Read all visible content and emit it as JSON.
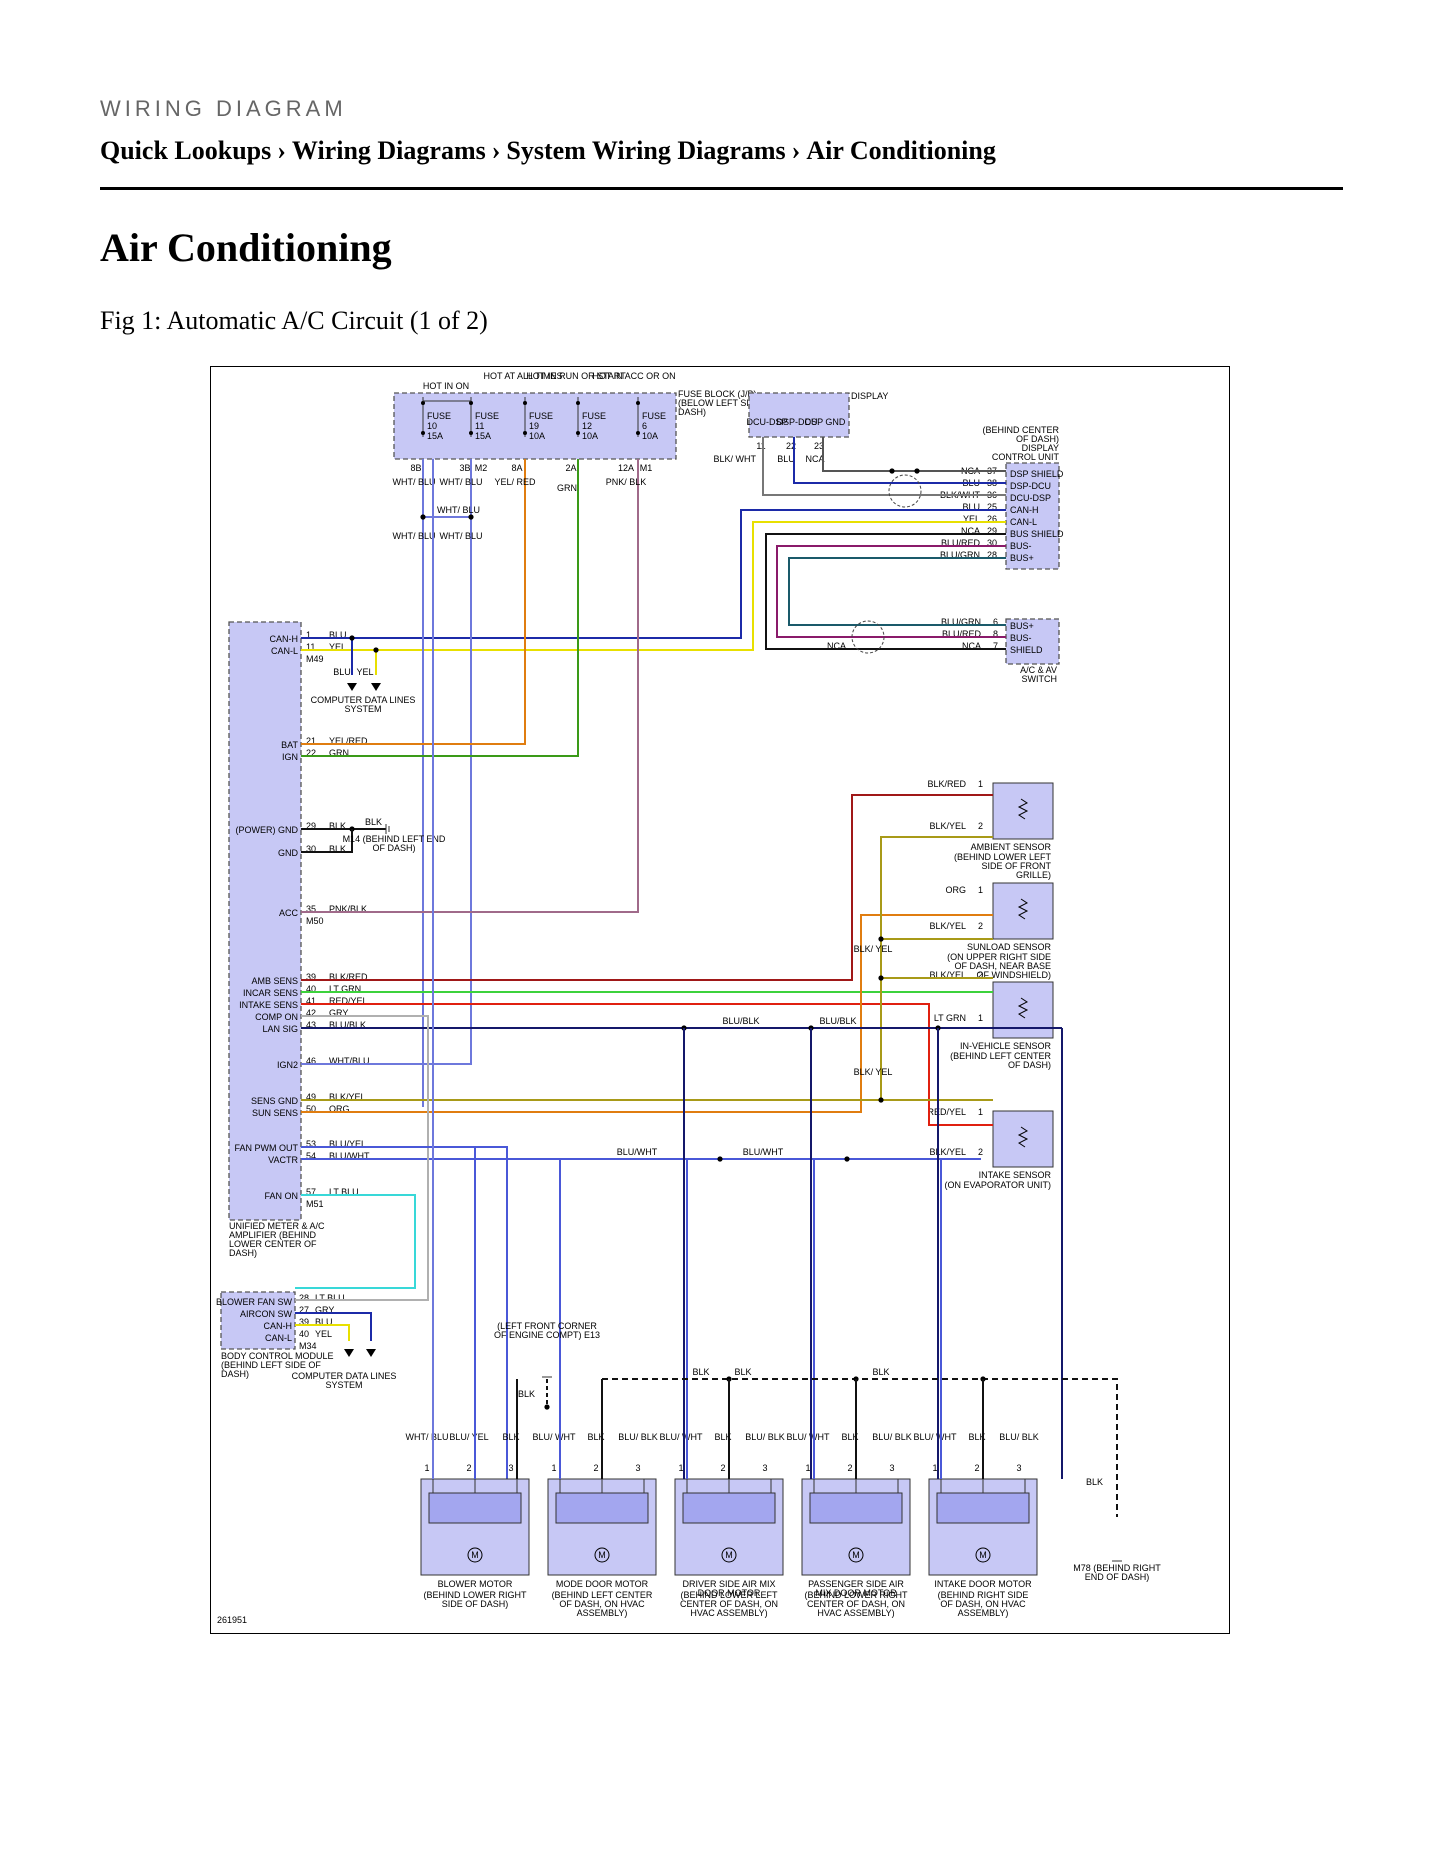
{
  "header": {
    "eyebrow": "WIRING DIAGRAM",
    "breadcrumb": [
      "Quick Lookups",
      "Wiring Diagrams",
      "System Wiring Diagrams",
      "Air Conditioning"
    ],
    "separator": "›"
  },
  "page_title": "Air Conditioning",
  "figure_caption": "Fig 1: Automatic A/C Circuit (1 of 2)",
  "diagram": {
    "figure_id": "261951",
    "colors": {
      "module_fill": "#c7c8f5",
      "BLU": "#1c2aa8",
      "YEL": "#e8e000",
      "ORG": "#e07d10",
      "GRN": "#3a9a18",
      "LTGRN": "#3cd23c",
      "RED": "#e02010",
      "BLK": "#111111",
      "PNK": "#a06a8a",
      "BLKRED": "#a01818",
      "BLKYEL": "#a89a18",
      "BLUBLK": "#14186a",
      "BLUWHT": "#4a58d8",
      "WHTBLU": "#6e78dc",
      "GRY": "#b0b0b0",
      "LTBLU": "#38d8d8",
      "BLURED": "#8a1a6a",
      "BLUGRN": "#1a5a6a"
    },
    "hot_labels": [
      "HOT IN ON",
      "HOT AT ALL TIMES",
      "HOT IN RUN OR START",
      "HOT IN ACC OR ON"
    ],
    "fuse_block": {
      "label": "FUSE BLOCK (J/B) (BELOW LEFT SIDE OF DASH)",
      "fuses": [
        {
          "name": "FUSE",
          "number": "10",
          "rating": "15A"
        },
        {
          "name": "FUSE",
          "number": "11",
          "rating": "15A"
        },
        {
          "name": "FUSE",
          "number": "19",
          "rating": "10A"
        },
        {
          "name": "FUSE",
          "number": "12",
          "rating": "10A"
        },
        {
          "name": "FUSE",
          "number": "6",
          "rating": "10A"
        }
      ],
      "pins": [
        "8B",
        "3B",
        "M2",
        "8A",
        "2A",
        "12A",
        "M1"
      ]
    },
    "fuse_wires": [
      "WHT/ BLU",
      "WHT/ BLU",
      "YEL/ RED",
      "GRN",
      "PNK/ BLK",
      "WHT/ BLU",
      "WHT/ BLU",
      "WHT/ BLU"
    ],
    "display": {
      "label": "DISPLAY",
      "pins": [
        {
          "name": "DCU-DSP",
          "pin": "11",
          "wire": "BLK/ WHT"
        },
        {
          "name": "DSP-DCU",
          "pin": "22",
          "wire": "BLU"
        },
        {
          "name": "DSP GND",
          "pin": "23",
          "wire": "NCA"
        }
      ]
    },
    "dcu": {
      "label": "(BEHIND CENTER OF DASH) DISPLAY CONTROL UNIT",
      "pins": [
        {
          "name": "DSP SHIELD",
          "pin": "37",
          "wire": "NCA"
        },
        {
          "name": "DSP-DCU",
          "pin": "38",
          "wire": "BLU"
        },
        {
          "name": "DCU-DSP",
          "pin": "36",
          "wire": "BLK/WHT"
        },
        {
          "name": "CAN-H",
          "pin": "25",
          "wire": "BLU"
        },
        {
          "name": "CAN-L",
          "pin": "26",
          "wire": "YEL"
        },
        {
          "name": "BUS SHIELD",
          "pin": "29",
          "wire": "NCA"
        },
        {
          "name": "BUS-",
          "pin": "30",
          "wire": "BLU/RED"
        },
        {
          "name": "BUS+",
          "pin": "28",
          "wire": "BLU/GRN"
        }
      ]
    },
    "av_switch": {
      "label": "A/C & AV SWITCH",
      "pins": [
        {
          "name": "BUS+",
          "pin": "6",
          "wire": "BLU/GRN"
        },
        {
          "name": "BUS-",
          "pin": "8",
          "wire": "BLU/RED"
        },
        {
          "name": "SHIELD",
          "pin": "7",
          "wire": "NCA"
        }
      ],
      "extra_wire": "NCA"
    },
    "amplifier": {
      "label": "UNIFIED METER & A/C AMPLIFIER (BEHIND LOWER CENTER OF DASH)",
      "connectors": [
        "M49",
        "M50",
        "M51"
      ],
      "pins": [
        {
          "name": "CAN-H",
          "pin": "1",
          "wire": "BLU"
        },
        {
          "name": "CAN-L",
          "pin": "11",
          "wire": "YEL"
        },
        {
          "name": "BAT",
          "pin": "21",
          "wire": "YEL/RED"
        },
        {
          "name": "IGN",
          "pin": "22",
          "wire": "GRN"
        },
        {
          "name": "(POWER) GND",
          "pin": "29",
          "wire": "BLK"
        },
        {
          "name": "GND",
          "pin": "30",
          "wire": "BLK"
        },
        {
          "name": "ACC",
          "pin": "35",
          "wire": "PNK/BLK"
        },
        {
          "name": "AMB SENS",
          "pin": "39",
          "wire": "BLK/RED"
        },
        {
          "name": "INCAR SENS",
          "pin": "40",
          "wire": "LT GRN"
        },
        {
          "name": "INTAKE SENS",
          "pin": "41",
          "wire": "RED/YEL"
        },
        {
          "name": "COMP ON",
          "pin": "42",
          "wire": "GRY"
        },
        {
          "name": "LAN SIG",
          "pin": "43",
          "wire": "BLU/BLK"
        },
        {
          "name": "IGN2",
          "pin": "46",
          "wire": "WHT/BLU"
        },
        {
          "name": "SENS GND",
          "pin": "49",
          "wire": "BLK/YEL"
        },
        {
          "name": "SUN SENS",
          "pin": "50",
          "wire": "ORG"
        },
        {
          "name": "FAN PWM OUT",
          "pin": "53",
          "wire": "BLU/YEL"
        },
        {
          "name": "VACTR",
          "pin": "54",
          "wire": "BLU/WHT"
        },
        {
          "name": "FAN ON",
          "pin": "57",
          "wire": "LT BLU"
        }
      ]
    },
    "data_lines_label": "COMPUTER DATA LINES SYSTEM",
    "data_line_wires": [
      "BLU",
      "YEL",
      "BLU",
      "YEL"
    ],
    "ground_m14": {
      "wire": "BLK",
      "label": "M14 (BEHIND LEFT END OF DASH)"
    },
    "ground_e13": {
      "label": "(LEFT FRONT CORNER OF ENGINE COMPT) E13",
      "wire": "BLK"
    },
    "ground_m78": {
      "label": "M78 (BEHIND RIGHT END OF DASH)",
      "wire": "BLK"
    },
    "bus_labels": {
      "blu_blk": "BLU/BLK",
      "blu_wht": "BLU/WHT",
      "blk": "BLK",
      "blk_yel": "BLK/ YEL"
    },
    "sensors": [
      {
        "name": "AMBIENT SENSOR",
        "location": "(BEHIND LOWER LEFT SIDE OF FRONT GRILLE)",
        "pins": [
          {
            "pin": "1",
            "wire": "BLK/RED"
          },
          {
            "pin": "2",
            "wire": "BLK/YEL"
          }
        ]
      },
      {
        "name": "SUNLOAD SENSOR",
        "location": "(ON UPPER RIGHT SIDE OF DASH, NEAR BASE OF WINDSHIELD)",
        "pins": [
          {
            "pin": "1",
            "wire": "ORG"
          },
          {
            "pin": "2",
            "wire": "BLK/YEL"
          }
        ]
      },
      {
        "name": "IN-VEHICLE SENSOR",
        "location": "(BEHIND LEFT CENTER OF DASH)",
        "pins": [
          {
            "pin": "2",
            "wire": "BLK/YEL"
          },
          {
            "pin": "1",
            "wire": "LT GRN"
          }
        ]
      },
      {
        "name": "INTAKE SENSOR",
        "location": "(ON EVAPORATOR UNIT)",
        "pins": [
          {
            "pin": "1",
            "wire": "RED/YEL"
          },
          {
            "pin": "2",
            "wire": "BLK/YEL"
          }
        ]
      }
    ],
    "bcm": {
      "label": "BODY CONTROL MODULE (BEHIND LEFT SIDE OF DASH)",
      "connector": "M34",
      "pins": [
        {
          "name": "BLOWER FAN SW",
          "pin": "28",
          "wire": "LT BLU"
        },
        {
          "name": "AIRCON SW",
          "pin": "27",
          "wire": "GRY"
        },
        {
          "name": "CAN-H",
          "pin": "39",
          "wire": "BLU"
        },
        {
          "name": "CAN-L",
          "pin": "40",
          "wire": "YEL"
        }
      ]
    },
    "motors": [
      {
        "name": "BLOWER MOTOR",
        "location": "(BEHIND LOWER RIGHT SIDE OF DASH)",
        "wires": [
          "WHT/ BLU",
          "BLU/ YEL",
          "BLK"
        ]
      },
      {
        "name": "MODE DOOR MOTOR",
        "location": "(BEHIND LEFT CENTER OF DASH, ON HVAC ASSEMBLY)",
        "wires": [
          "BLU/ WHT",
          "BLK",
          "BLU/ BLK"
        ]
      },
      {
        "name": "DRIVER SIDE AIR MIX DOOR MOTOR",
        "location": "(BEHIND LOWER LEFT CENTER OF DASH, ON HVAC ASSEMBLY)",
        "wires": [
          "BLU/ WHT",
          "BLK",
          "BLU/ BLK"
        ]
      },
      {
        "name": "PASSENGER SIDE AIR MIX DOOR MOTOR",
        "location": "(BEHIND LOWER RIGHT CENTER OF DASH, ON HVAC ASSEMBLY)",
        "wires": [
          "BLU/ WHT",
          "BLK",
          "BLU/ BLK"
        ]
      },
      {
        "name": "INTAKE DOOR MOTOR",
        "location": "(BEHIND RIGHT SIDE OF DASH, ON HVAC ASSEMBLY)",
        "wires": [
          "BLU/ WHT",
          "BLK",
          "BLU/ BLK"
        ]
      }
    ],
    "motor_pins": [
      "1",
      "2",
      "3"
    ],
    "motor_symbol": "M"
  }
}
